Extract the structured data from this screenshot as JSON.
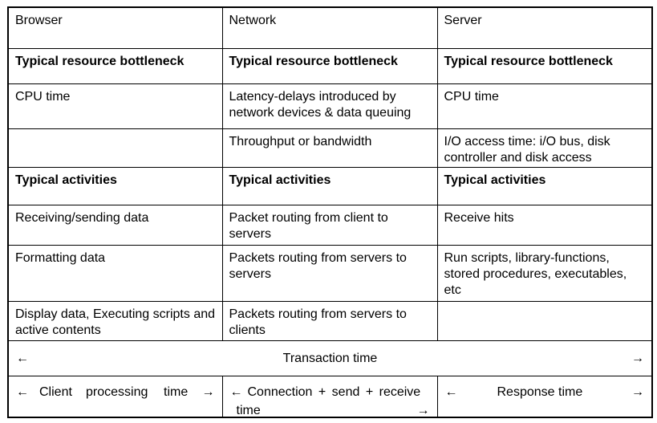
{
  "headers": [
    "Browser",
    "Network",
    "Server"
  ],
  "bottleneck_label": "Typical resource bottleneck",
  "bottleneck_rows": [
    [
      "CPU time",
      "Latency-delays introduced by network devices & data queuing",
      "CPU time"
    ],
    [
      "",
      "Throughput or bandwidth",
      "I/O access time: i/O bus, disk controller and disk access"
    ]
  ],
  "activities_label": "Typical activities",
  "activity_rows": [
    [
      "Receiving/sending data",
      "Packet routing from client to servers",
      "Receive hits"
    ],
    [
      "Formatting data",
      "Packets routing from servers to servers",
      "Run scripts, library-functions, stored procedures, executables, etc"
    ],
    [
      "Display data, Executing scripts and  active contents",
      "Packets routing from servers to clients",
      ""
    ]
  ],
  "arrows": {
    "left": "←",
    "right": "→"
  },
  "transaction_label": "Transaction  time",
  "segments": {
    "client": {
      "words": [
        "Client",
        "processing",
        "time"
      ]
    },
    "connection": {
      "line1": "Connection + send + receive",
      "line2": "time"
    },
    "response": "Response  time"
  }
}
